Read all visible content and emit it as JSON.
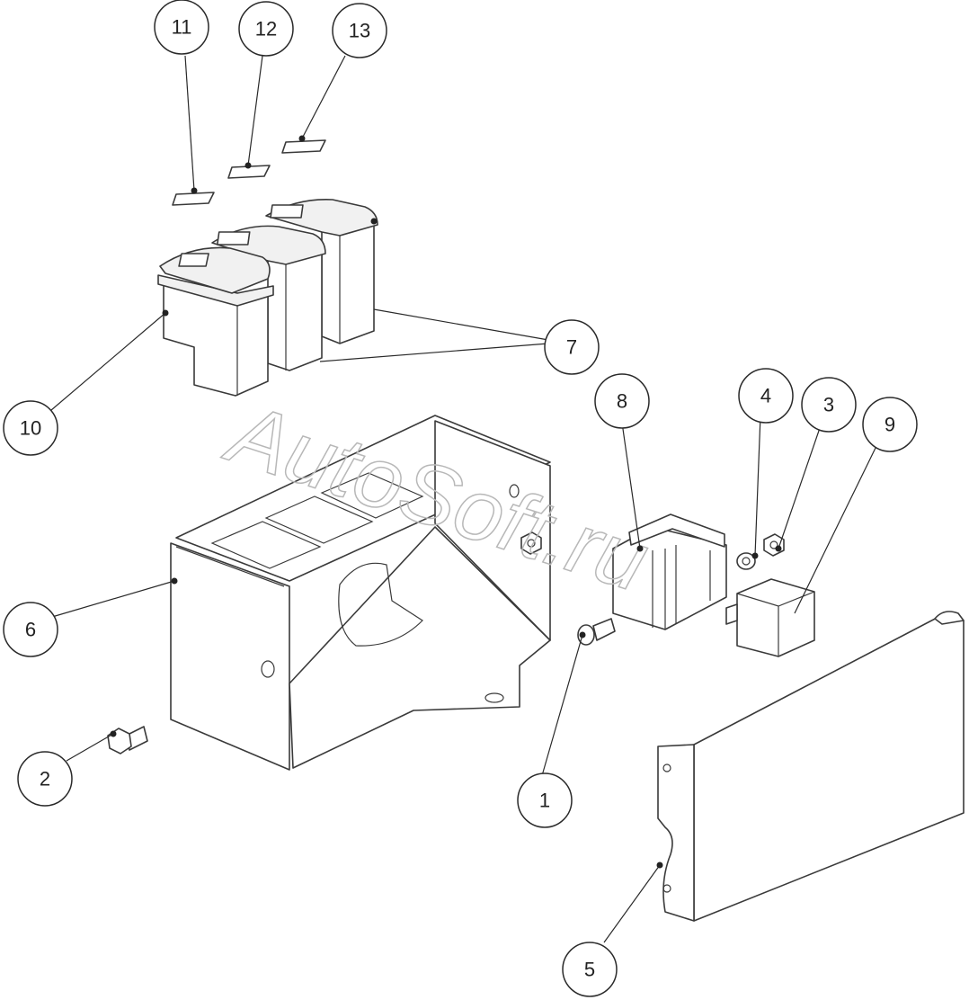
{
  "diagram": {
    "watermark_text": "AutoSoft.ru",
    "callouts": [
      {
        "id": "c1",
        "label": "1"
      },
      {
        "id": "c2",
        "label": "2"
      },
      {
        "id": "c3",
        "label": "3"
      },
      {
        "id": "c4",
        "label": "4"
      },
      {
        "id": "c5",
        "label": "5"
      },
      {
        "id": "c6",
        "label": "6"
      },
      {
        "id": "c7",
        "label": "7"
      },
      {
        "id": "c8",
        "label": "8"
      },
      {
        "id": "c9",
        "label": "9"
      },
      {
        "id": "c10",
        "label": "10"
      },
      {
        "id": "c11",
        "label": "11"
      },
      {
        "id": "c12",
        "label": "12"
      },
      {
        "id": "c13",
        "label": "13"
      }
    ]
  }
}
